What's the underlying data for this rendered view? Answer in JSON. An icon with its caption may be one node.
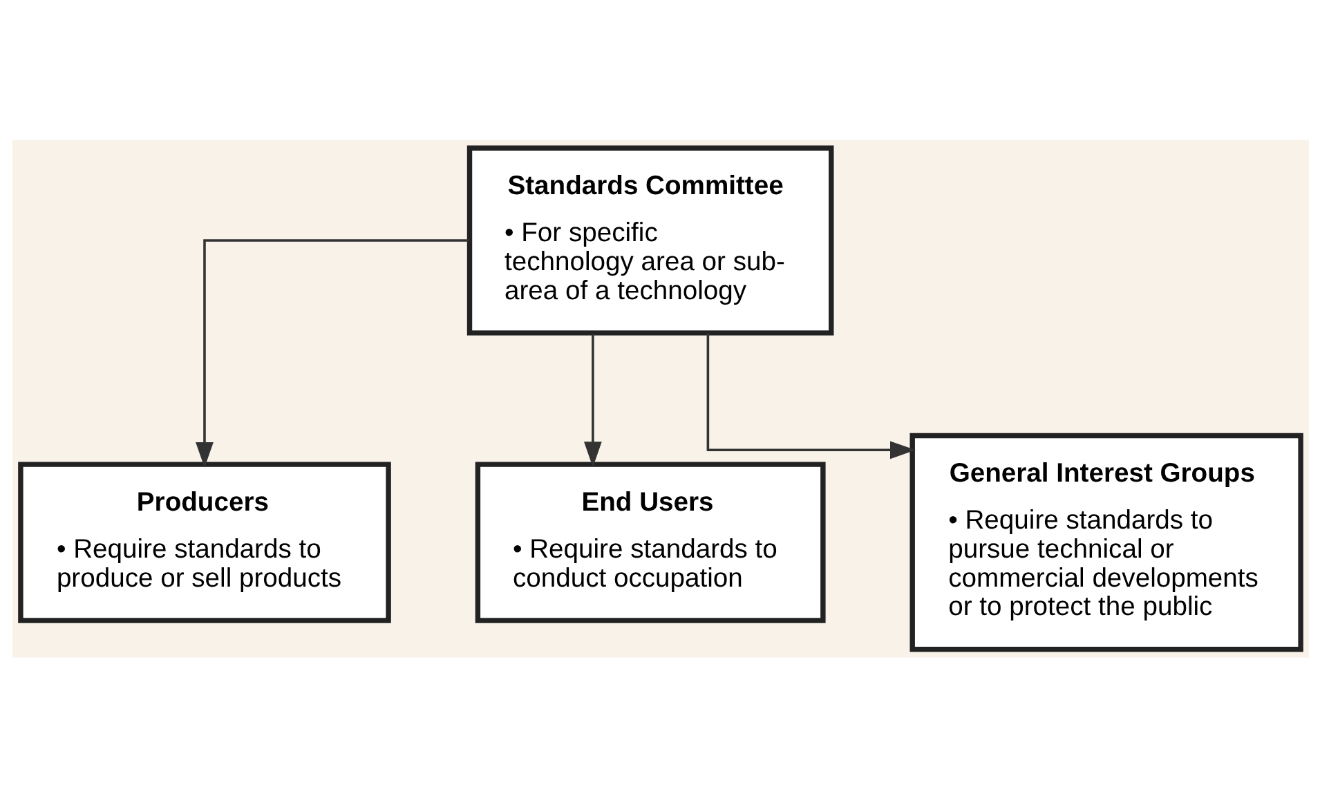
{
  "diagram": {
    "nodes": [
      {
        "text": [
          "Standards Committee",
          "• For specific technology area or sub-area of a technology"
        ]
      },
      {
        "text": [
          "Producers",
          "• Require standards to produce or sell products"
        ]
      },
      {
        "text": [
          "End Users",
          "• Require standards to conduct occupation"
        ]
      },
      {
        "text": [
          "General Interest Groups",
          "• Require standards to pursue technical or commercial developments or to protect the public"
        ]
      }
    ],
    "edges": [
      {
        "from": 0,
        "to": 1,
        "arrow": "to"
      },
      {
        "from": 0,
        "to": 2,
        "arrow": "to"
      },
      {
        "from": 0,
        "to": 3,
        "arrow": "to"
      }
    ]
  }
}
